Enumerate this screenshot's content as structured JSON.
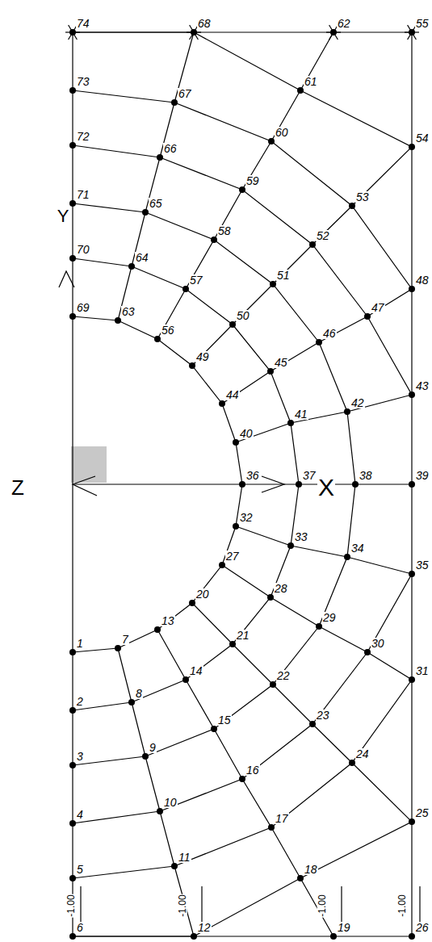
{
  "diagram": {
    "labels": [
      "1",
      "2",
      "3",
      "4",
      "5",
      "6",
      "7",
      "8",
      "9",
      "10",
      "11",
      "12",
      "13",
      "14",
      "15",
      "16",
      "17",
      "18",
      "19",
      "20",
      "21",
      "22",
      "23",
      "24",
      "25",
      "26",
      "27",
      "28",
      "29",
      "30",
      "31",
      "32",
      "33",
      "34",
      "35",
      "36",
      "37",
      "38",
      "39",
      "40",
      "41",
      "42",
      "43",
      "44",
      "45",
      "46",
      "47",
      "48",
      "49",
      "50",
      "51",
      "52",
      "53",
      "54",
      "55",
      "56",
      "57",
      "58",
      "59",
      "60",
      "61",
      "62",
      "63",
      "64",
      "65",
      "66",
      "67",
      "68",
      "69",
      "70",
      "71",
      "72",
      "73",
      "74",
      "-1.00",
      "-1.00",
      "-1.00",
      "-1.00",
      "Z",
      "Y",
      "X"
    ]
  }
}
